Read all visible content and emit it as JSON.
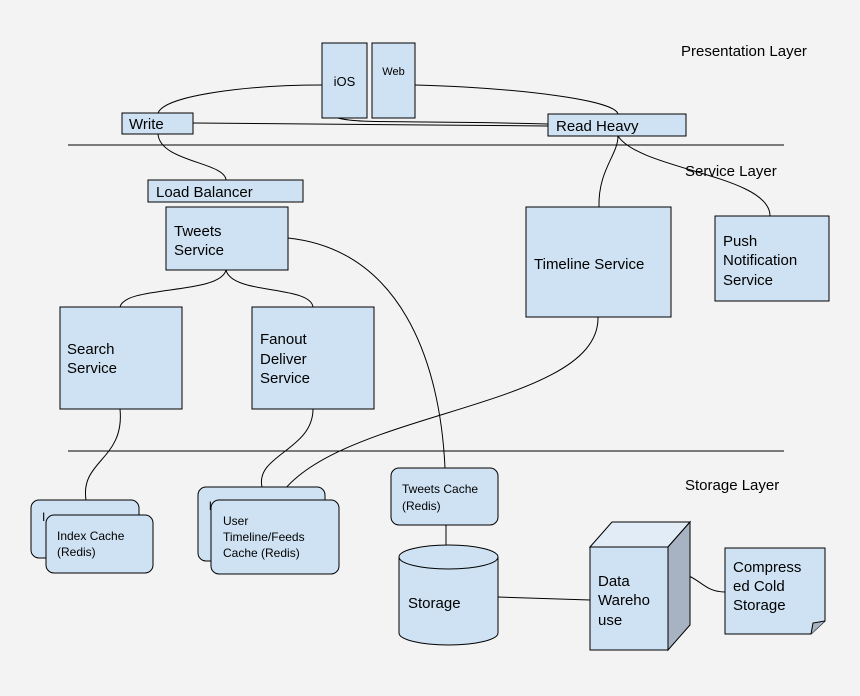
{
  "layers": {
    "presentation": "Presentation Layer",
    "service": "Service Layer",
    "storage": "Storage Layer"
  },
  "nodes": {
    "ios": "iOS",
    "web": "Web",
    "write": "Write",
    "read_heavy": "Read Heavy",
    "load_balancer": "Load Balancer",
    "tweets_service": [
      "Tweets",
      "Service"
    ],
    "timeline_service": "Timeline Service",
    "push_notification_service": [
      "Push",
      "Notification",
      "Service"
    ],
    "search_service": [
      "Search",
      "Service"
    ],
    "fanout_service": [
      "Fanout",
      "Deliver",
      "Service"
    ],
    "tweets_cache": [
      "Tweets Cache",
      "(Redis)"
    ],
    "index_cache_back": "I",
    "index_cache": [
      "Index Cache",
      "(Redis)"
    ],
    "user_timeline_cache_back": "l",
    "user_timeline_cache": [
      "User",
      "Timeline/Feeds",
      "Cache (Redis)"
    ],
    "storage": "Storage",
    "data_warehouse": [
      "Data",
      "Wareho",
      "use"
    ],
    "cold_storage": [
      "Compress",
      "ed Cold",
      "Storage"
    ]
  },
  "colors": {
    "box_fill": "#cfe2f3",
    "background": "#f3f3f3",
    "cube_side": "#a7b3c2",
    "cube_top": "#e2ecf7"
  }
}
